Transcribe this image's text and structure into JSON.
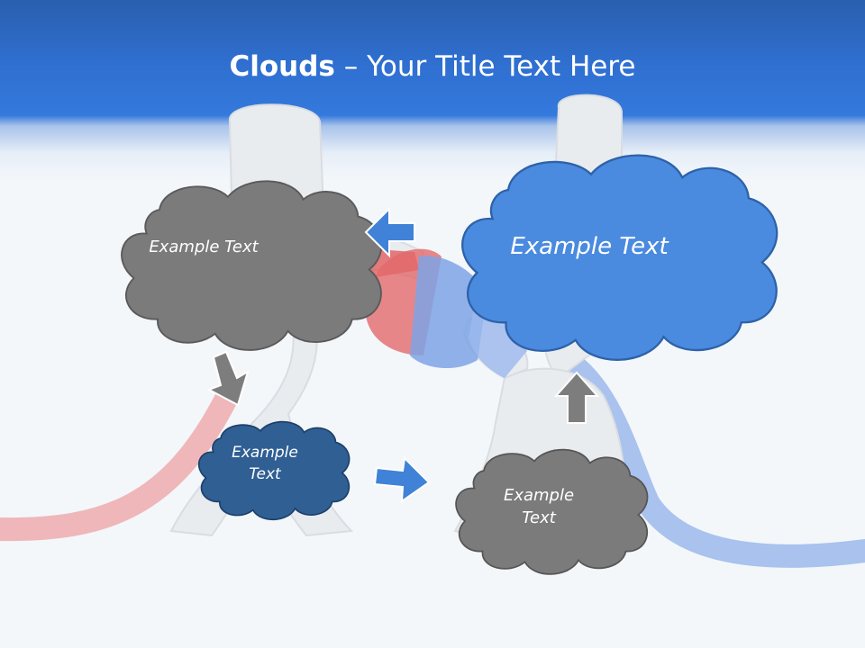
{
  "title": {
    "bold": "Clouds",
    "dash": " – ",
    "rest": "Your Title Text Here"
  },
  "clouds": {
    "top_left": "Example Text",
    "top_right": "Example Text",
    "bottom_left": "Example\nText",
    "bottom_right": "Example\nText"
  },
  "colors": {
    "header": "#2f6fd0",
    "cloud_gray": "#7a7a7a",
    "cloud_blue": "#4a8be0",
    "cloud_dark_blue": "#2f5f93",
    "arrow_blue": "#3f82d8",
    "arrow_gray": "#7d7d7d"
  }
}
